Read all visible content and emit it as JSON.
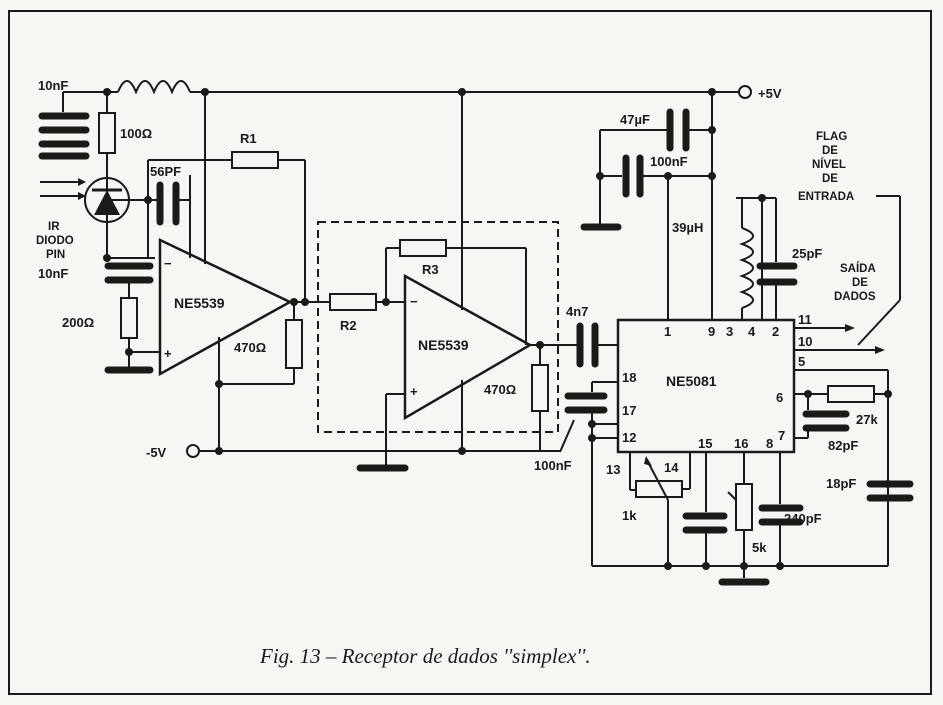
{
  "components": {
    "c_in": "10nF",
    "r_100": "100Ω",
    "c_56": "56PF",
    "r1": "R1",
    "ir_line1": "IR",
    "ir_line2": "DIODO",
    "ir_line3": "PIN",
    "c_10b": "10nF",
    "r_200": "200Ω",
    "opamp1_name": "NE5539",
    "r_470a": "470Ω",
    "r2": "R2",
    "r3": "R3",
    "opamp2_name": "NE5539",
    "r_470b": "470Ω",
    "supply_pos": "+5V",
    "supply_neg": "-5V",
    "c_47u": "47µF",
    "c_100n_top": "100nF",
    "l_39u": "39µH",
    "flag_line1": "FLAG",
    "flag_line2": "DE",
    "flag_line3": "NÍVEL",
    "flag_line4": "DE",
    "flag_line5": "ENTRADA",
    "c_25p": "25pF",
    "out_line1": "SAÍDA",
    "out_line2": "DE",
    "out_line3": "DADOS",
    "c_4n7": "4n7",
    "ic_name": "NE5081",
    "c_100n_bot": "100nF",
    "r_27k": "27k",
    "c_82p": "82pF",
    "c_18p": "18pF",
    "c_240p": "240pF",
    "r_1k": "1k",
    "r_5k": "5k"
  },
  "opamp_pins": {
    "minus": "−",
    "plus": "+"
  },
  "ic_pins": {
    "p1": "1",
    "p9": "9",
    "p3": "3",
    "p4": "4",
    "p2": "2",
    "p11": "11",
    "p10": "10",
    "p5": "5",
    "p18": "18",
    "p17": "17",
    "p12": "12",
    "p6": "6",
    "p7": "7",
    "p15": "15",
    "p16": "16",
    "p8": "8",
    "p13": "13",
    "p14": "14"
  },
  "caption": "Fig. 13 – Receptor de dados ''simplex''."
}
